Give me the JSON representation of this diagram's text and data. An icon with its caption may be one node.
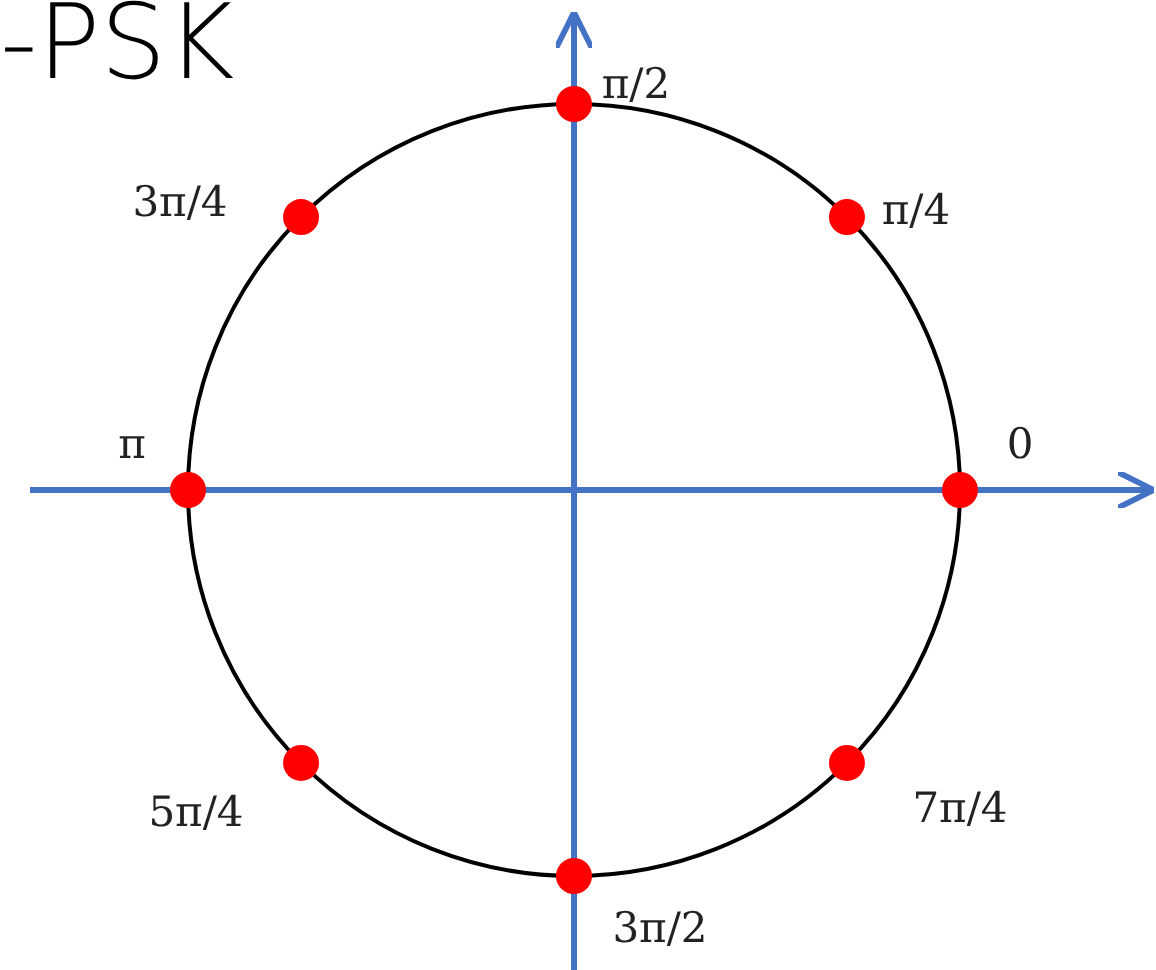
{
  "diagram": {
    "title": "-PSK",
    "labels": [
      "π/2",
      "3π/4",
      "π/4",
      "π",
      "0",
      "5π/4",
      "7π/4",
      "3π/2"
    ]
  }
}
